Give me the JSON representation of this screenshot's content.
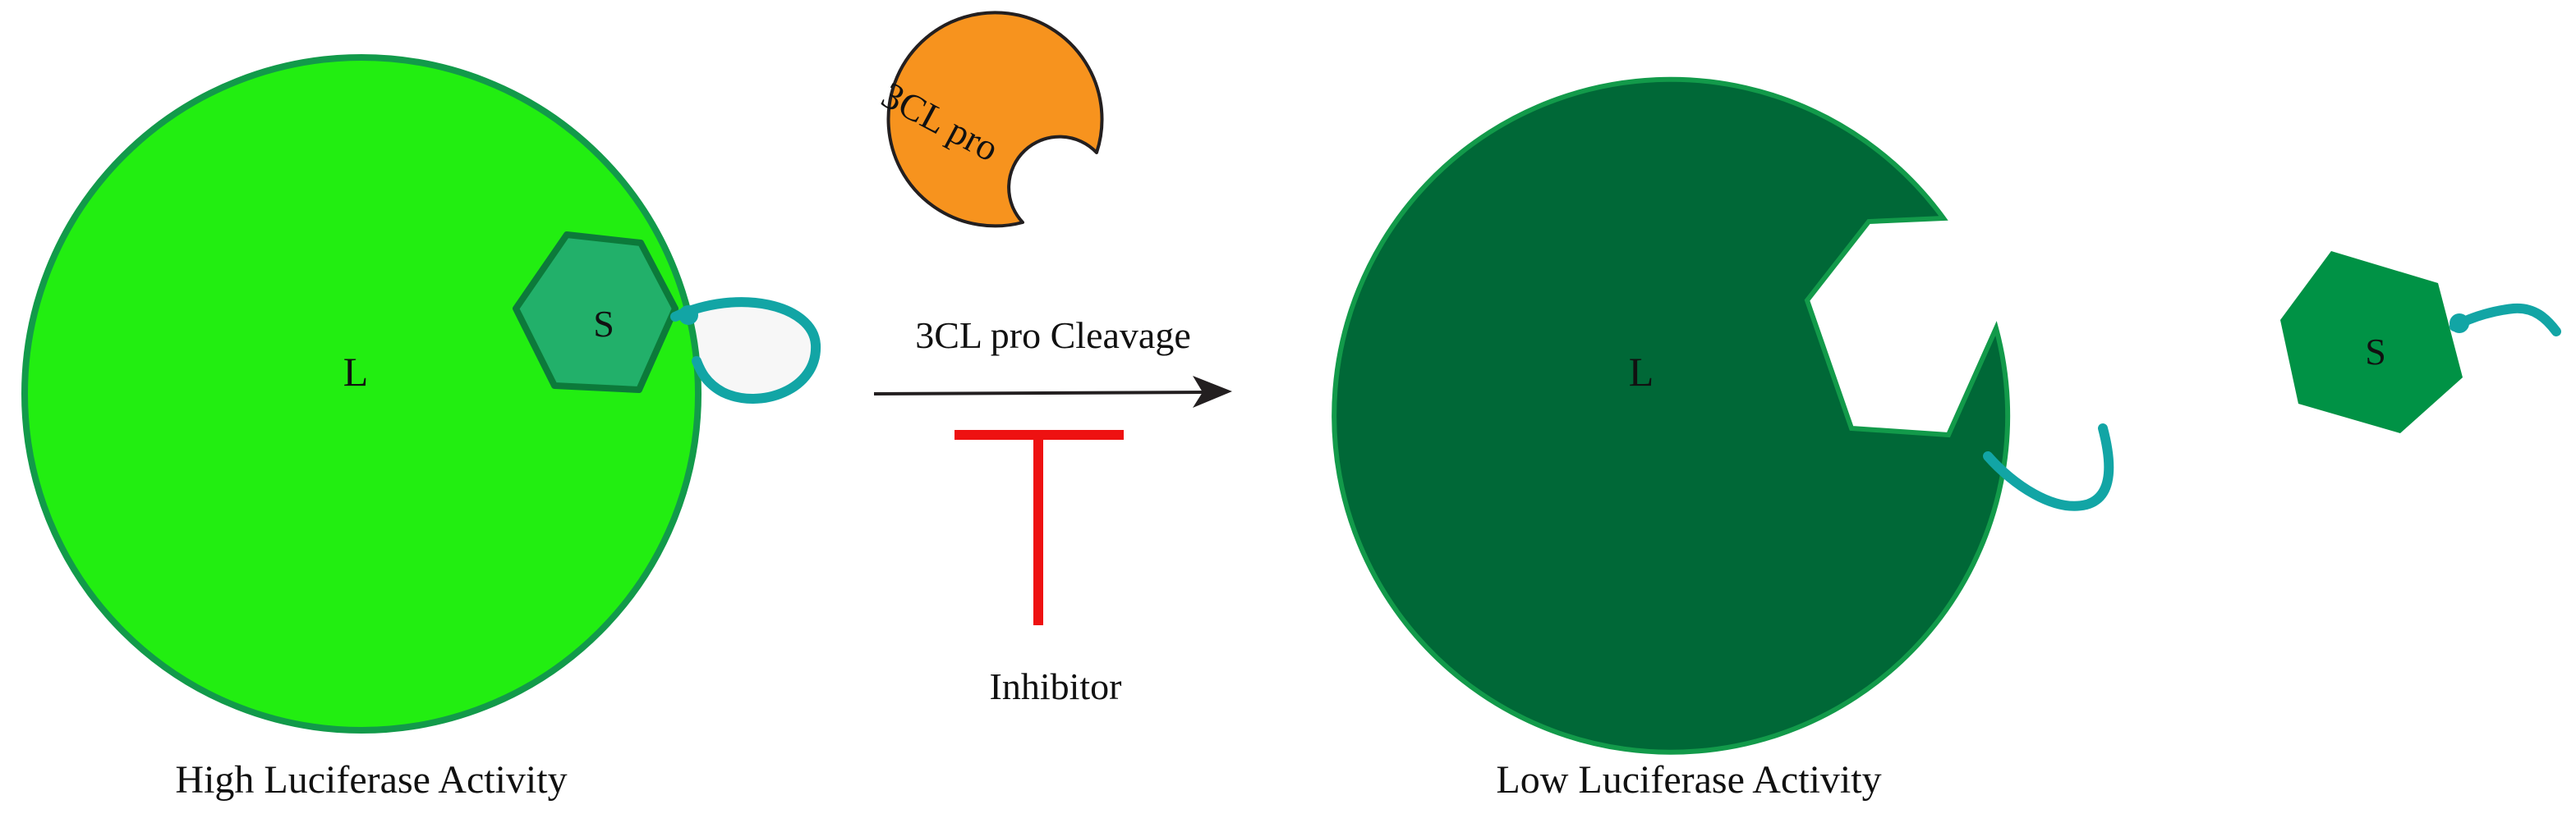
{
  "left_state": {
    "luciferase_label": "L",
    "substrate_label": "S",
    "caption": "High Luciferase Activity"
  },
  "protease": {
    "name": "3CL pro"
  },
  "reaction": {
    "arrow_label": "3CL pro Cleavage",
    "inhibitor_label": "Inhibitor"
  },
  "right_state": {
    "luciferase_label": "L",
    "substrate_label": "S",
    "caption": "Low Luciferase Activity"
  },
  "colors": {
    "bright_luciferase": "#22ee11",
    "dark_luciferase": "#006837",
    "circle_outline": "#129a4a",
    "bound_substrate": "#22b06a",
    "free_substrate": "#009245",
    "linker": "#12a5a5",
    "protease": "#f7931e",
    "inhibitor": "#ee1111",
    "arrow": "#231f20"
  }
}
